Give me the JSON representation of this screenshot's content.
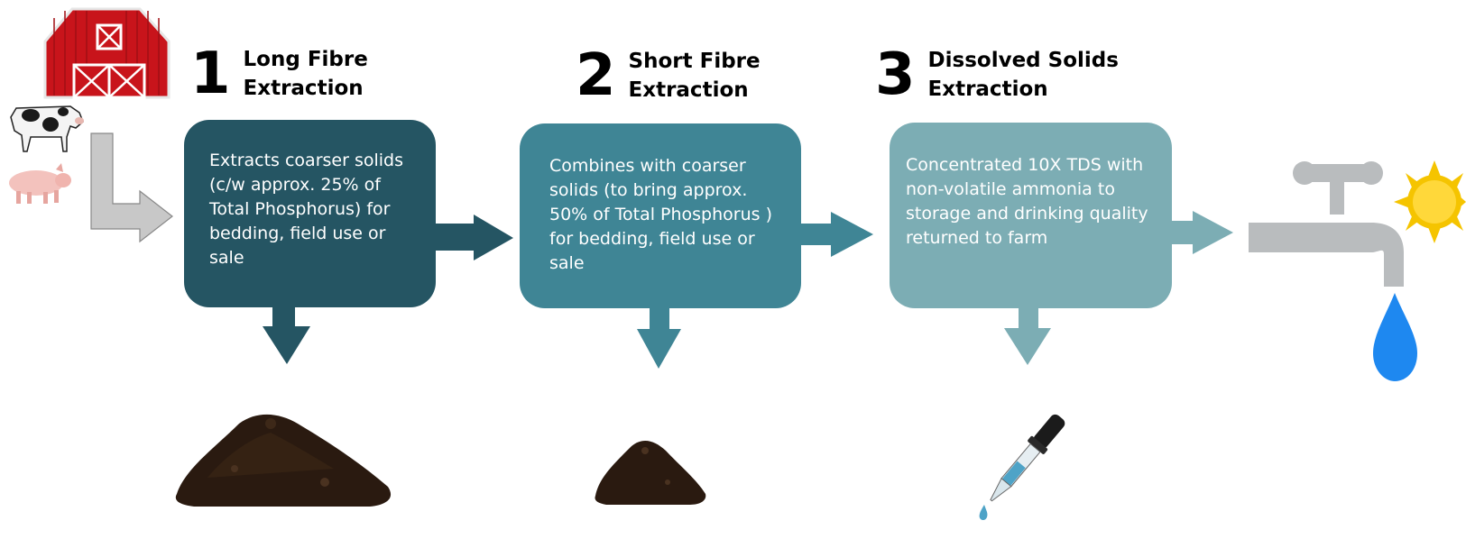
{
  "steps": [
    {
      "number": "1",
      "title_lines": [
        "Long Fibre",
        "Extraction"
      ],
      "description_lines": [
        "Extracts coarser solids",
        "(c/w approx. 25% of",
        "Total Phosphorus) for",
        "bedding, field use or",
        "sale"
      ],
      "color": "#255563"
    },
    {
      "number": "2",
      "title_lines": [
        "Short Fibre",
        "Extraction"
      ],
      "description_lines": [
        "Combines with coarser",
        "solids (to bring approx.",
        "50% of Total Phosphorus )",
        "for bedding, field use or",
        "sale"
      ],
      "color": "#3f8595"
    },
    {
      "number": "3",
      "title_lines": [
        "Dissolved Solids",
        "Extraction"
      ],
      "description_lines": [
        "Concentrated 10X TDS with",
        "non-volatile ammonia to",
        "storage and drinking quality",
        "returned to farm"
      ],
      "color": "#7cadb4"
    }
  ],
  "icons": {
    "barn": "barn-icon",
    "cow": "cow-icon",
    "pig": "pig-icon",
    "input_arrow": "l-arrow-icon",
    "large_soil": "soil-pile-icon",
    "small_soil": "small-soil-pile-icon",
    "dropper": "dropper-icon",
    "faucet": "faucet-icon",
    "water_drop": "water-drop-icon",
    "sun": "sun-icon"
  },
  "colors": {
    "barn_red": "#c8141b",
    "gray_arrow": "#c8c8c8",
    "faucet": "#b9bcbe",
    "water": "#1e88f0",
    "sun": "#f5c400",
    "soil": "#2a1a10"
  }
}
